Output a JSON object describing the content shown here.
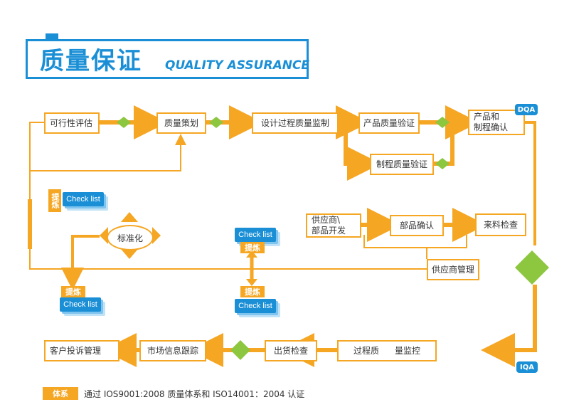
{
  "header": {
    "title_cn": "质量保证",
    "title_en": "QUALITY ASSURANCE"
  },
  "nodes": {
    "feasibility": "可行性评估",
    "quality_planning": "质量策划",
    "design_monitor": "设计过程质量监制",
    "product_verify": "产品质量验证",
    "process_verify": "制程质量验证",
    "product_process_confirm": "产品和\n制程确认",
    "supplier_dev": "供应商\\\n部品开发",
    "part_confirm": "部品确认",
    "incoming_inspection": "来料检查",
    "supplier_mgmt": "供应商管理",
    "standardize": "标准化",
    "process_quality_prefix": "过程质",
    "process_quality_suffix": "量监控",
    "shipment_inspection": "出货检查",
    "market_tracking": "市场信息跟踪",
    "complaint_mgmt": "客户投诉管理"
  },
  "badges": {
    "dqa": "DQA",
    "iqa": "IQA"
  },
  "tags": {
    "refine": "提炼",
    "checklist": "Check list"
  },
  "footer": {
    "label": "体系",
    "text": "通过 IOS9001:2008 质量体系和 ISO14001：2004 认证"
  },
  "colors": {
    "orange": "#f5a623",
    "blue": "#1a8fd6",
    "green": "#8dc63f"
  }
}
